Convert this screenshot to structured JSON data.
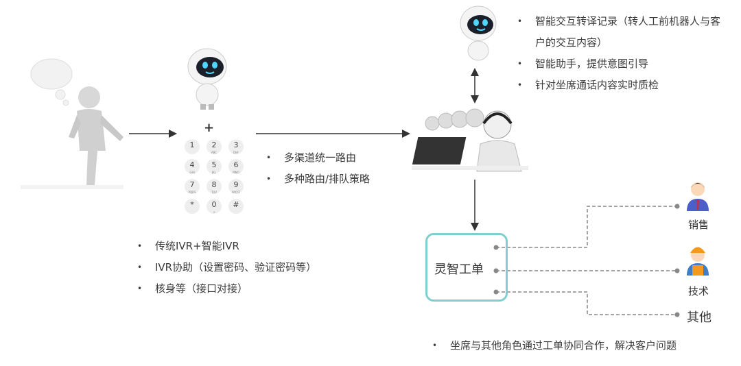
{
  "keypad": {
    "plus": "+",
    "keys": [
      {
        "d": "1",
        "l": ""
      },
      {
        "d": "2",
        "l": "ABC"
      },
      {
        "d": "3",
        "l": "DEF"
      },
      {
        "d": "4",
        "l": "GHI"
      },
      {
        "d": "5",
        "l": "JKL"
      },
      {
        "d": "6",
        "l": "MNO"
      },
      {
        "d": "7",
        "l": "PQRS"
      },
      {
        "d": "8",
        "l": "TUV"
      },
      {
        "d": "9",
        "l": "WXYZ"
      },
      {
        "d": "*",
        "l": ""
      },
      {
        "d": "0",
        "l": "+"
      },
      {
        "d": "#",
        "l": ""
      }
    ]
  },
  "ivr_bullets": [
    "传统IVR+智能IVR",
    "IVR协助（设置密码、验证密码等）",
    "核身等（接口对接）"
  ],
  "routing_bullets": [
    "多渠道统一路由",
    "多种路由/排队策略"
  ],
  "robot_bullets": [
    "智能交互转译记录（转人工前机器人与客户的交互内容）",
    "智能助手，提供意图引导",
    "针对坐席通话内容实时质检"
  ],
  "work_order": {
    "label": "灵智工单"
  },
  "roles": [
    "销售",
    "技术",
    "其他"
  ],
  "bottom_bullet": "坐席与其他角色通过工单协同合作，解决客户问题",
  "colors": {
    "accent": "#7fcfcf",
    "line": "#888888"
  }
}
